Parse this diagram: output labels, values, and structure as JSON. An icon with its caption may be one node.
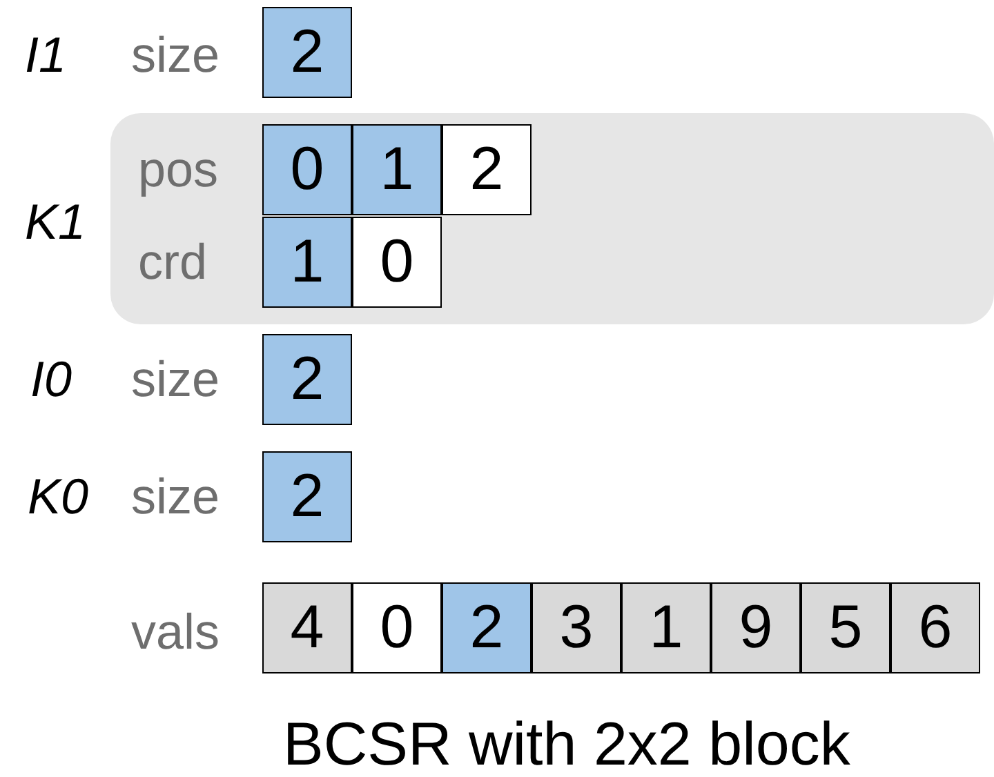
{
  "diagram": {
    "caption": "BCSR with 2x2 block",
    "nodes": [
      {
        "text": [
          "2"
        ]
      },
      {
        "text": [
          "K1",
          "pos",
          "crd"
        ]
      },
      {
        "text": [
          "0"
        ],
        "in": 1
      },
      {
        "text": [
          "1"
        ],
        "in": 1
      },
      {
        "text": [
          "2"
        ],
        "in": 1
      },
      {
        "text": [
          "1"
        ],
        "in": 1
      },
      {
        "text": [
          "0"
        ],
        "in": 1
      },
      {
        "text": [
          "2"
        ]
      },
      {
        "text": [
          "2"
        ]
      },
      {
        "text": [
          "4"
        ]
      },
      {
        "text": [
          "0"
        ]
      },
      {
        "text": [
          "2"
        ]
      },
      {
        "text": [
          "3"
        ]
      },
      {
        "text": [
          "1"
        ]
      },
      {
        "text": [
          "9"
        ]
      },
      {
        "text": [
          "5"
        ]
      },
      {
        "text": [
          "6"
        ]
      }
    ],
    "edges": [],
    "labels": [
      "I1",
      "size",
      "I0",
      "size",
      "K0",
      "size",
      "vals"
    ]
  }
}
